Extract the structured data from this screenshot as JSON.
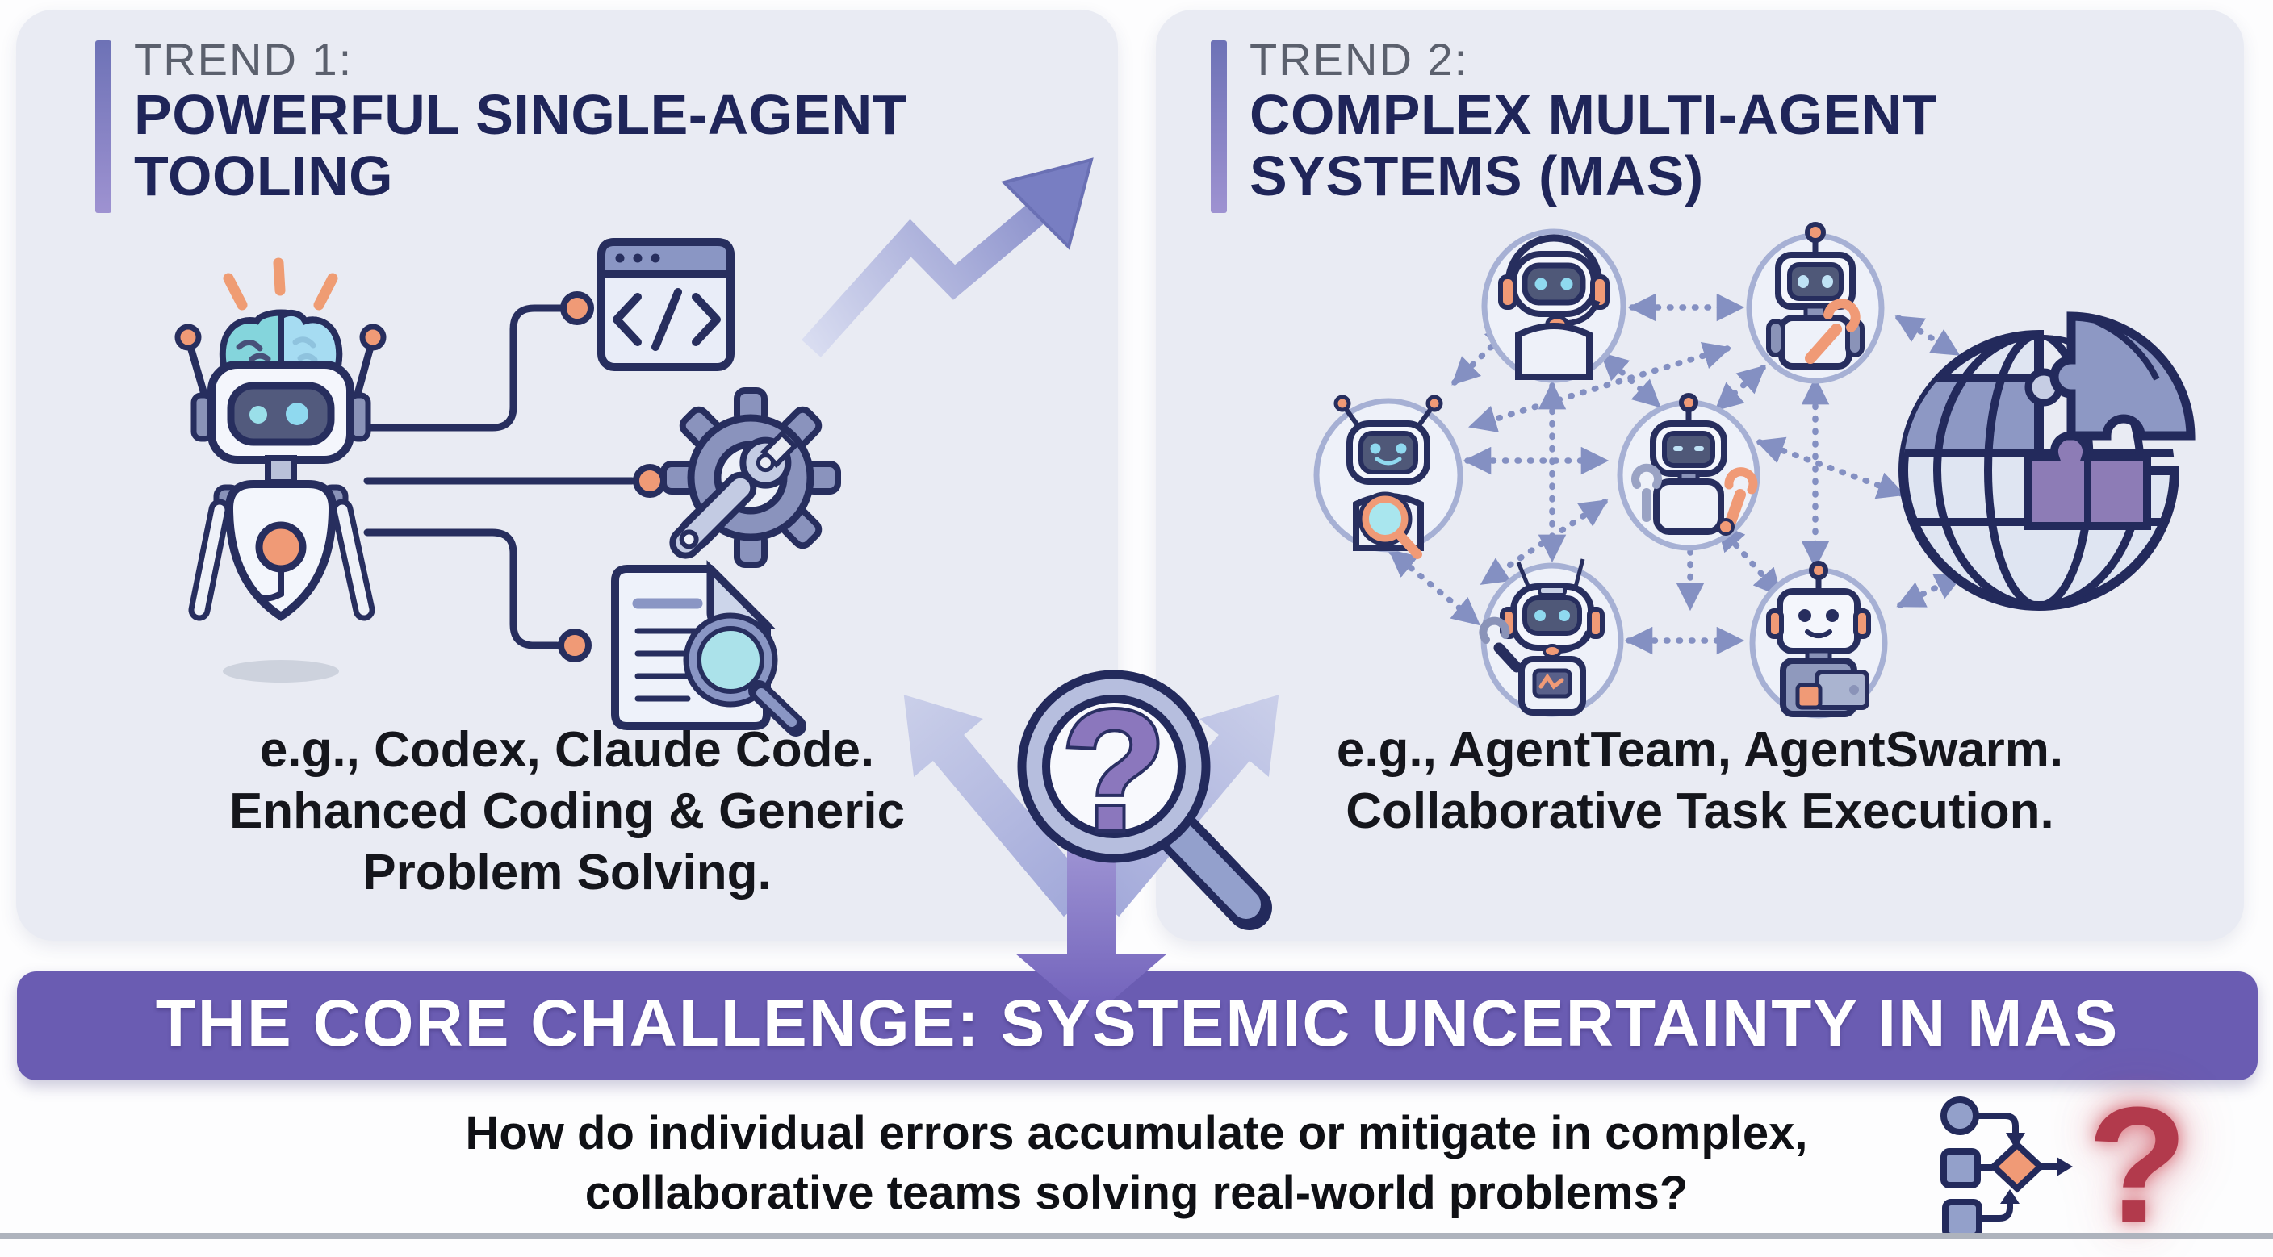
{
  "trend1": {
    "kicker": "TREND 1:",
    "title_line1": "POWERFUL SINGLE-AGENT",
    "title_line2": "TOOLING",
    "caption_line1": "e.g., Codex, Claude Code.",
    "caption_line2": "Enhanced Coding & Generic",
    "caption_line3": "Problem Solving."
  },
  "trend2": {
    "kicker": "TREND 2:",
    "title_line1": "COMPLEX MULTI-AGENT",
    "title_line2": "SYSTEMS (MAS)",
    "caption_line1": "e.g., AgentTeam, AgentSwarm.",
    "caption_line2": "Collaborative Task Execution."
  },
  "banner": {
    "text": "THE CORE CHALLENGE: SYSTEMIC UNCERTAINTY IN MAS",
    "background": "#6a5cb2",
    "text_color": "#ffffff"
  },
  "question": {
    "line1": "How do individual errors accumulate or mitigate in complex,",
    "line2": "collaborative teams solving real-world problems?",
    "glyph": "?"
  },
  "center": {
    "question_glyph": "?"
  },
  "colors": {
    "panel_background": "#e9ebf3",
    "navy_outline": "#272e5e",
    "title_navy": "#1f2559",
    "kicker_gray": "#5b606d",
    "accent_purple": "#8a7fc6",
    "orange": "#f09a76",
    "teal": "#8fd9ef",
    "connector_blue": "#8490c2",
    "red_question": "#b23a4c"
  },
  "icons": {
    "left_panel": [
      "robot-mascot-icon",
      "brain-icon",
      "spark-icon",
      "circuit-trace-icon",
      "code-window-icon",
      "gear-wrench-icon",
      "document-search-icon",
      "growth-arrow-icon"
    ],
    "right_panel": [
      "agent-headset-icon",
      "agent-wrench-icon",
      "agent-search-icon",
      "agent-tools-icon",
      "agent-monitor-icon",
      "agent-laptop-icon",
      "globe-puzzle-icon",
      "dashed-link-icon"
    ],
    "center": [
      "split-arrows-icon",
      "down-arrow-icon",
      "magnifier-question-icon"
    ],
    "footer": [
      "flowchart-icon",
      "red-question-mark-icon"
    ]
  }
}
